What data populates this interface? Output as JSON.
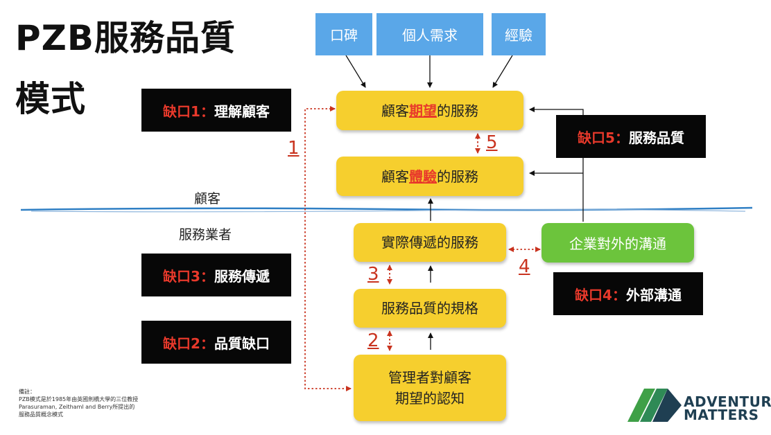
{
  "title": {
    "line1": "PZB服務品質",
    "line2": "模式"
  },
  "sources": [
    {
      "label": "口碑"
    },
    {
      "label": "個人需求"
    },
    {
      "label": "經驗"
    }
  ],
  "boxes": {
    "expected": {
      "pre": "顧客",
      "em": "期望",
      "post": "的服務"
    },
    "perceived": {
      "pre": "顧客",
      "em": "體驗",
      "post": "的服務"
    },
    "delivery": "實際傳遞的服務",
    "specs": "服務品質的規格",
    "mgmt_line1": "管理者對顧客",
    "mgmt_line2": "期望的認知",
    "external": "企業對外的溝通"
  },
  "gaps": {
    "g1": {
      "key": "缺口1",
      "sep": "：",
      "text": "理解顧客"
    },
    "g2": {
      "key": "缺口2",
      "sep": "：",
      "text": "品質缺口"
    },
    "g3": {
      "key": "缺口3",
      "sep": "：",
      "text": "服務傳遞"
    },
    "g4": {
      "key": "缺口4",
      "sep": "：",
      "text": "外部溝通"
    },
    "g5": {
      "key": "缺口5",
      "sep": "：",
      "text": "服務品質"
    }
  },
  "numbers": {
    "n1": "1",
    "n2": "2",
    "n3": "3",
    "n4": "4",
    "n5": "5"
  },
  "zones": {
    "customer": "顧客",
    "provider": "服務業者"
  },
  "note": {
    "line1": "備註：",
    "line2": "PZB模式是於1985年由英國劍橋大學的三位教授",
    "line3": "Parasuraman, Zeithaml and Berry所提出的",
    "line4": "服務品質概念模式"
  },
  "brand": {
    "line1": "ADVENTURE",
    "line2": "MATTERS"
  },
  "colors": {
    "source_blue": "#5aa7e8",
    "box_yellow": "#f6cf2e",
    "box_green": "#6cc43c",
    "gap_black": "#070707",
    "accent_red": "#e8392b",
    "divider_blue": "#2f7fc4",
    "brand_dark": "#1f3f52",
    "brand_green": "#3fa047"
  }
}
